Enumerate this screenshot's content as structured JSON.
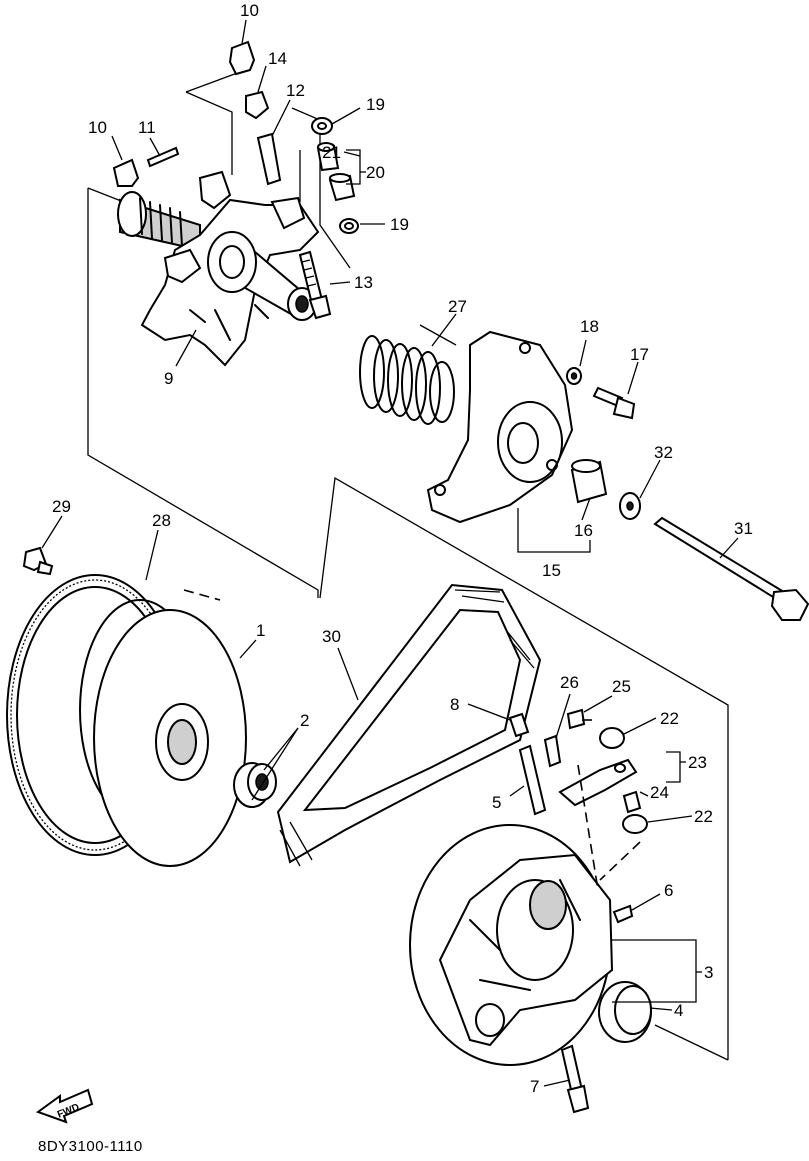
{
  "diagram": {
    "code": "8DY3100-1110",
    "fwd_label": "FWD",
    "callouts": {
      "c10a": "10",
      "c14": "14",
      "c12": "12",
      "c19a": "19",
      "c10b": "10",
      "c11": "11",
      "c21": "21",
      "c20": "20",
      "c19b": "19",
      "c13": "13",
      "c9": "9",
      "c27": "27",
      "c18": "18",
      "c17": "17",
      "c32": "32",
      "c16": "16",
      "c15": "15",
      "c31": "31",
      "c29": "29",
      "c28": "28",
      "c1": "1",
      "c30": "30",
      "c2": "2",
      "c8": "8",
      "c26": "26",
      "c25": "25",
      "c22a": "22",
      "c23": "23",
      "c5": "5",
      "c24": "24",
      "c22b": "22",
      "c6": "6",
      "c3": "3",
      "c4": "4",
      "c7": "7"
    }
  }
}
